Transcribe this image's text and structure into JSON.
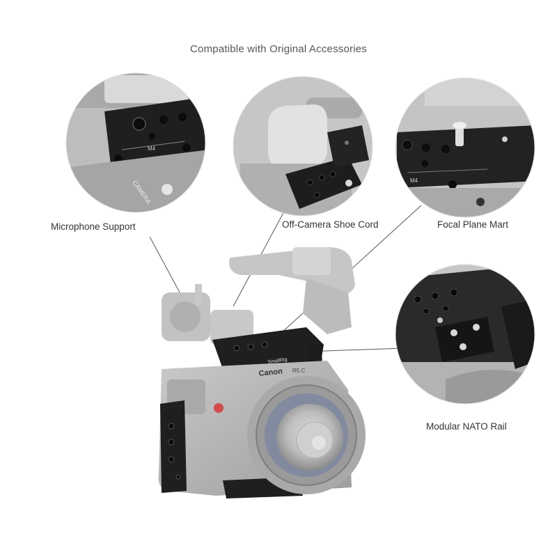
{
  "title": "Compatible with Original Accessories",
  "callouts": {
    "microphone": "Microphone Support",
    "shoe": "Off-Camera Shoe Cord",
    "focal": "Focal Plane Mart",
    "nato": "Modular NATO Rail"
  },
  "engravings": {
    "mic_plate": "M4",
    "focal_plate": "M4",
    "brand_badge": "SmallRig",
    "camera_brand": "Canon",
    "camera_model": "R5 C",
    "card_text": "CAMERA"
  },
  "colors": {
    "background": "#ffffff",
    "metal_black": "#1f1f1f",
    "camera_grey": "#b9b9b9",
    "circle_grey": "#c8c8c8",
    "text": "#333333",
    "lens_blue": "#6f7da6"
  }
}
